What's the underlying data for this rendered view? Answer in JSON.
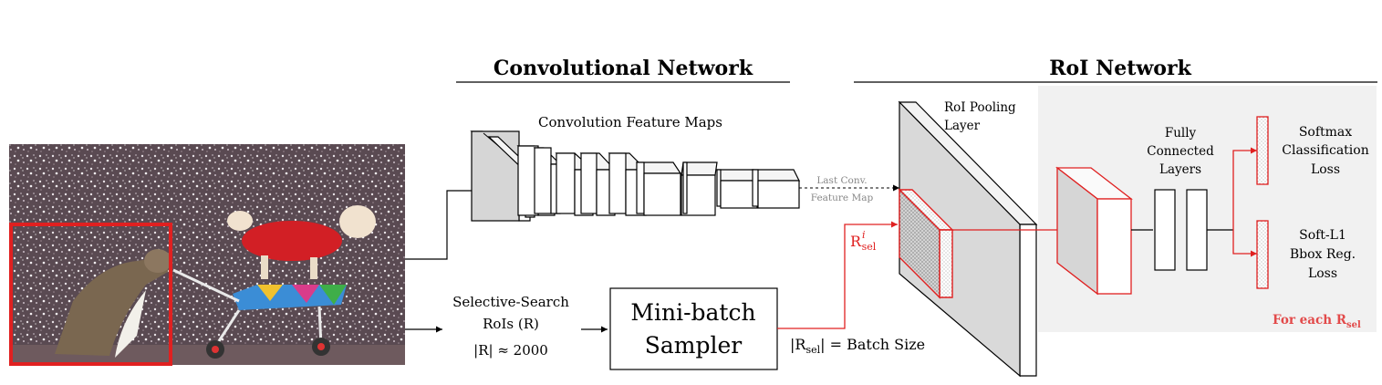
{
  "headers": {
    "conv_network": "Convolutional Network",
    "roi_network": "RoI Network"
  },
  "labels": {
    "feature_maps": "Convolution Feature Maps",
    "last_conv_line1": "Last Conv.",
    "last_conv_line2": "Feature Map",
    "roi_pool_line1": "RoI Pooling",
    "roi_pool_line2": "Layer",
    "fc_line1": "Fully",
    "fc_line2": "Connected",
    "fc_line3": "Layers",
    "softmax_line1": "Softmax",
    "softmax_line2": "Classification",
    "softmax_line3": "Loss",
    "softl1_line1": "Soft-L1",
    "softl1_line2": "Bbox Reg.",
    "softl1_line3": "Loss",
    "ss_line1": "Selective-Search",
    "ss_line2": "RoIs (R)",
    "ss_line3": "|R| ≈ 2000",
    "sampler_line1": "Mini-batch",
    "sampler_line2": "Sampler",
    "batch_size_prefix": "|R",
    "batch_size_sub": "sel",
    "batch_size_suffix": "| = Batch Size",
    "rsel_base": "R",
    "rsel_sup": "i",
    "rsel_sub": "sel",
    "for_each_prefix": "For each R",
    "for_each_sub": "sel"
  },
  "colors": {
    "accent_red": "#e02020",
    "panel_gray": "#f1f1f1"
  }
}
